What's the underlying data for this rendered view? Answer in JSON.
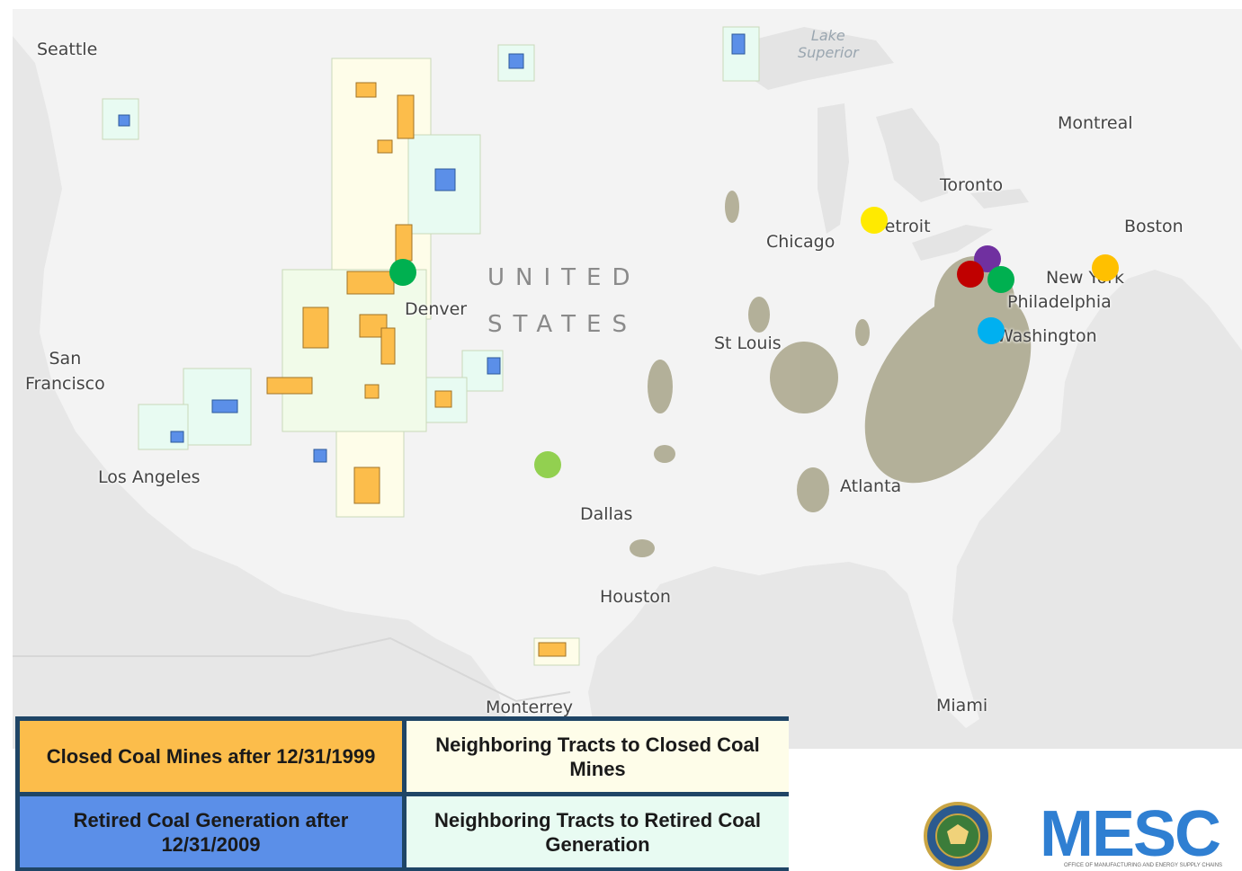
{
  "map": {
    "cities": [
      {
        "name": "Seattle",
        "id": "seattle"
      },
      {
        "name": "San\nFrancisco",
        "id": "san-francisco"
      },
      {
        "name": "Los Angeles",
        "id": "los-angeles"
      },
      {
        "name": "Denver",
        "id": "denver"
      },
      {
        "name": "Dallas",
        "id": "dallas"
      },
      {
        "name": "Houston",
        "id": "houston"
      },
      {
        "name": "Monterrey",
        "id": "monterrey"
      },
      {
        "name": "St Louis",
        "id": "st-louis"
      },
      {
        "name": "Chicago",
        "id": "chicago"
      },
      {
        "name": "Detroit",
        "id": "detroit"
      },
      {
        "name": "Toronto",
        "id": "toronto"
      },
      {
        "name": "Montreal",
        "id": "montreal"
      },
      {
        "name": "Boston",
        "id": "boston"
      },
      {
        "name": "New York",
        "id": "new-york"
      },
      {
        "name": "Philadelphia",
        "id": "philadelphia"
      },
      {
        "name": "Washington",
        "id": "washington"
      },
      {
        "name": "Atlanta",
        "id": "atlanta"
      },
      {
        "name": "Miami",
        "id": "miami"
      }
    ],
    "country_label": [
      "UNITED",
      "STATES"
    ],
    "lake_label": "Lake\nSuperior",
    "marker_colors": {
      "yellow": "#ffea00",
      "purple": "#7030a0",
      "red": "#c00000",
      "green": "#00b050",
      "orange": "#ffc000",
      "light_blue": "#00b0f0",
      "light_green": "#92d050"
    }
  },
  "legend": {
    "items": [
      {
        "label": "Closed Coal Mines after 12/31/1999",
        "color": "#fcbd4b"
      },
      {
        "label": "Neighboring Tracts to Closed Coal Mines",
        "color": "#fefde9"
      },
      {
        "label": "Retired Coal Generation after 12/31/2009",
        "color": "#5b8fe8"
      },
      {
        "label": "Neighboring Tracts to Retired Coal Generation",
        "color": "#e8fbf2"
      }
    ]
  },
  "logo": {
    "name": "MESC",
    "subtitle": "OFFICE OF MANUFACTURING AND ENERGY SUPPLY CHAINS"
  }
}
